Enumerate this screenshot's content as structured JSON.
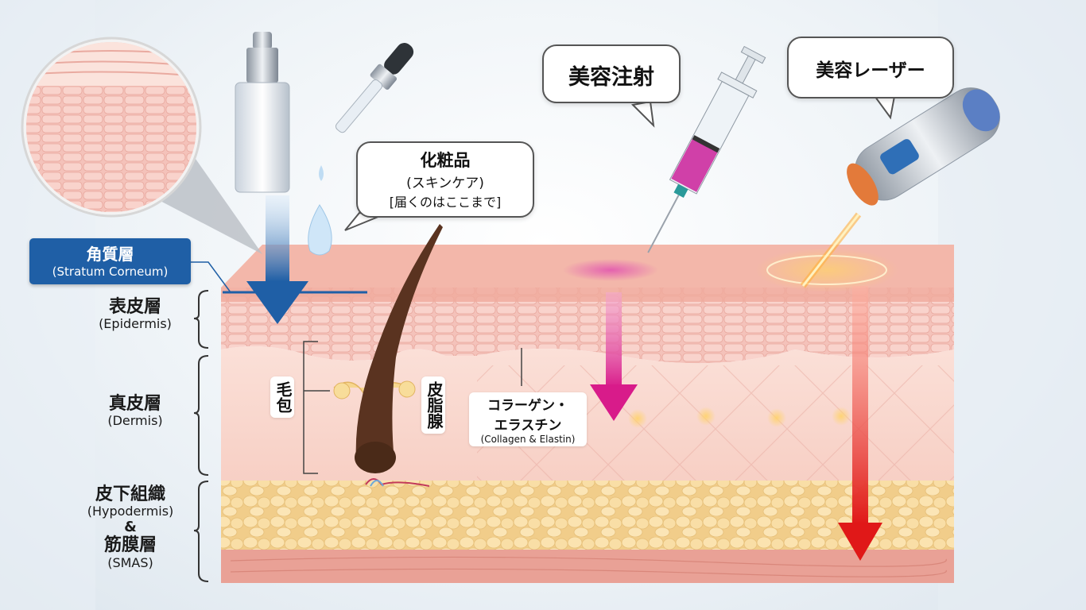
{
  "layers": {
    "stratum_corneum": {
      "jp": "角質層",
      "en": "(Stratum Corneum)"
    },
    "epidermis": {
      "jp": "表皮層",
      "en": "(Epidermis)"
    },
    "dermis": {
      "jp": "真皮層",
      "en": "(Dermis)"
    },
    "hypodermis": {
      "jp": "皮下組織",
      "en": "(Hypodermis)",
      "amp": "&",
      "jp2": "筋膜層",
      "en2": "(SMAS)"
    }
  },
  "structures": {
    "hair_follicle": "毛包",
    "sebaceous_gland": "皮脂腺",
    "collagen": {
      "jp_line1": "コラーゲン・",
      "jp_line2": "エラスチン",
      "en": "(Collagen & Elastin)"
    }
  },
  "bubbles": {
    "cosmetics": {
      "title": "化粧品",
      "line2": "(スキンケア)",
      "line3": "[届くのはここまで]"
    },
    "injection": {
      "title": "美容注射"
    },
    "laser": {
      "title": "美容レーザー"
    }
  },
  "colors": {
    "cosmetics_arrow": "#1f5fa6",
    "injection_arrow": "#d81b8a",
    "laser_arrow": "#e01818",
    "epidermis": "#f6c7c0",
    "dermis": "#f9d9d0",
    "fat": "#f5d79a",
    "muscle": "#e89a8e"
  }
}
